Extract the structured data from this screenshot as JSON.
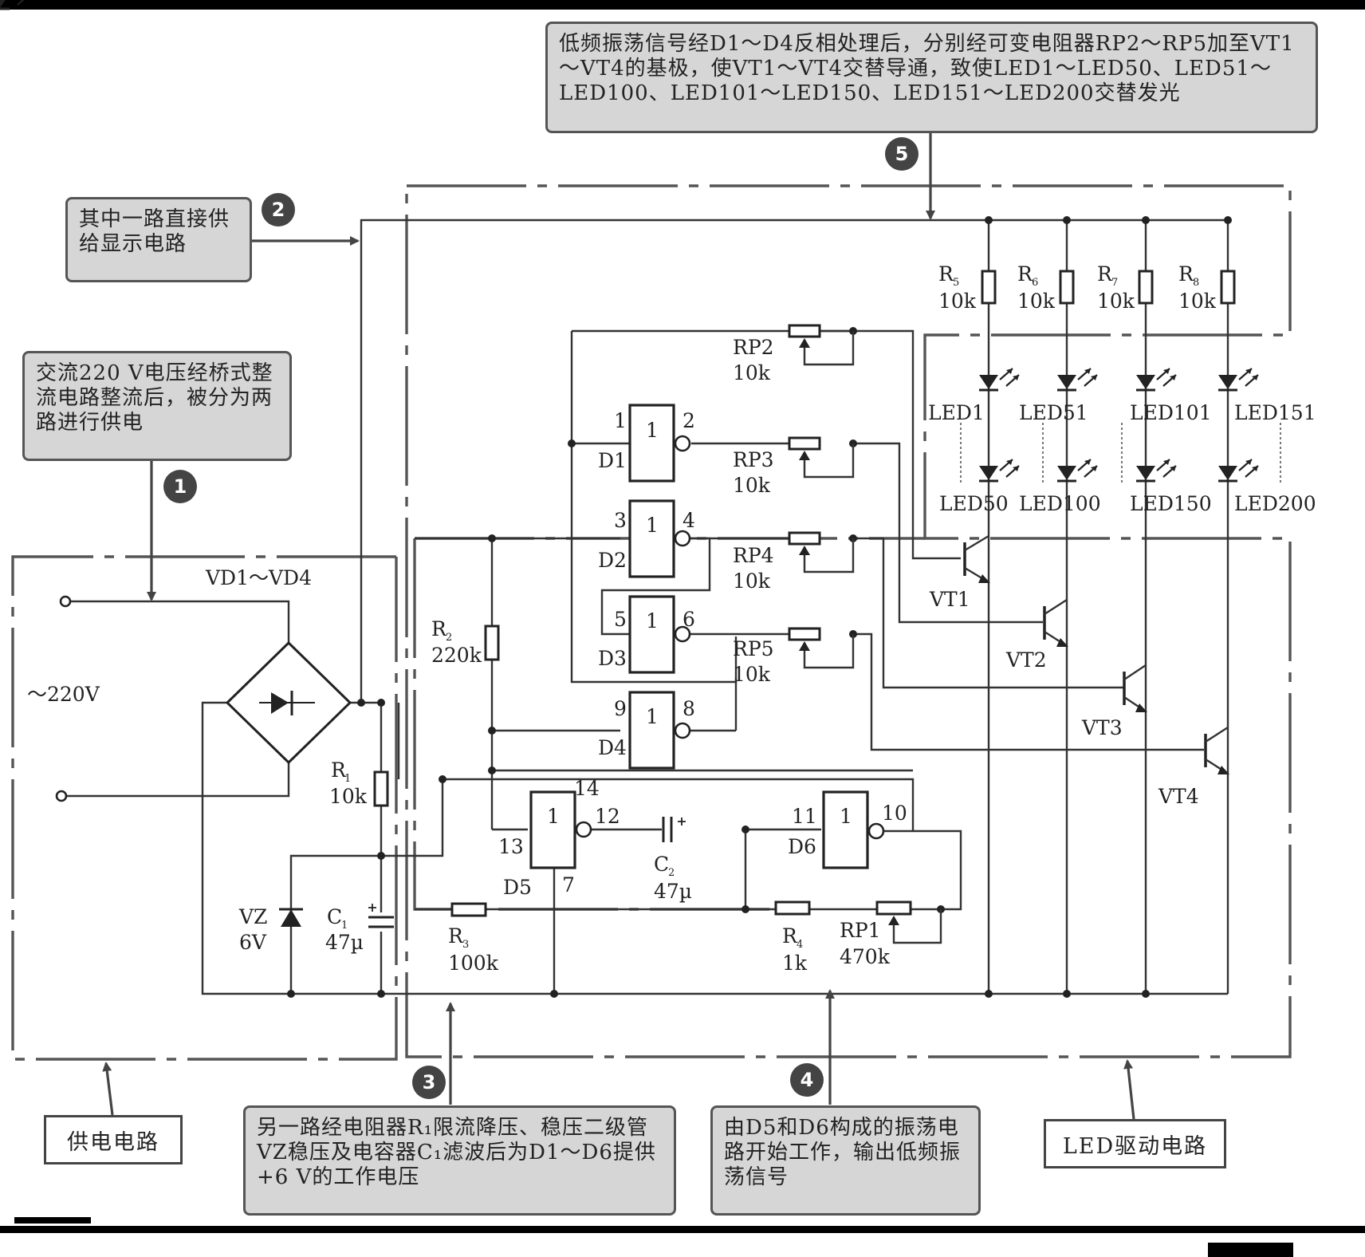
{
  "notes": {
    "n1": "交流220 V电压经桥式整流电路整流后，被分为两路进行供电",
    "n2": "其中一路直接供给显示电路",
    "n3": "另一路经电阻器R₁限流降压、稳压二级管VZ稳压及电容器C₁滤波后为D1～D6提供+6 V的工作电压",
    "n4": "由D5和D6构成的振荡电路开始工作，输出低频振荡信号",
    "n5": "低频振荡信号经D1～D4反相处理后，分别经可变电阻器RP2～RP5加至VT1～VT4的基极，使VT1～VT4交替导通，致使LED1～LED50、LED51～LED100、LED101～LED150、LED151～LED200交替发光"
  },
  "step_numbers": [
    "1",
    "2",
    "3",
    "4",
    "5"
  ],
  "tags": {
    "power": "供电电路",
    "led": "LED驱动电路"
  },
  "labels": {
    "ac": "～220V",
    "bridge": "VD1～VD4",
    "R1": "R",
    "R1s": "1",
    "R1v": "10k",
    "VZ": "VZ",
    "VZv": "6V",
    "C1": "C",
    "C1s": "1",
    "C1v": "47µ",
    "R2": "R",
    "R2s": "2",
    "R2v": "220k",
    "R3": "R",
    "R3s": "3",
    "R3v": "100k",
    "R4": "R",
    "R4s": "4",
    "R4v": "1k",
    "RP1": "RP1",
    "RP1v": "470k",
    "C2": "C",
    "C2s": "2",
    "C2v": "47µ",
    "RP2": "RP2",
    "RP2v": "10k",
    "RP3": "RP3",
    "RP3v": "10k",
    "RP4": "RP4",
    "RP4v": "10k",
    "RP5": "RP5",
    "RP5v": "10k",
    "R5": "R",
    "R5s": "5",
    "R5v": "10k",
    "R6": "R",
    "R6s": "6",
    "R6v": "10k",
    "R7": "R",
    "R7s": "7",
    "R7v": "10k",
    "R8": "R",
    "R8s": "8",
    "R8v": "10k",
    "VT1": "VT1",
    "VT2": "VT2",
    "VT3": "VT3",
    "VT4": "VT4",
    "LED1": "LED1",
    "LED51": "LED51",
    "LED101": "LED101",
    "LED151": "LED151",
    "LED50": "LED50",
    "LED100": "LED100",
    "LED150": "LED150",
    "LED200": "LED200",
    "D1": "D1",
    "D2": "D2",
    "D3": "D3",
    "D4": "D4",
    "D5": "D5",
    "D6": "D6",
    "gate": "1",
    "p1": "1",
    "p2": "2",
    "p3": "3",
    "p4": "4",
    "p5": "5",
    "p6": "6",
    "p7": "7",
    "p8": "8",
    "p9": "9",
    "p10": "10",
    "p11": "11",
    "p12": "12",
    "p13": "13",
    "p14": "14"
  }
}
